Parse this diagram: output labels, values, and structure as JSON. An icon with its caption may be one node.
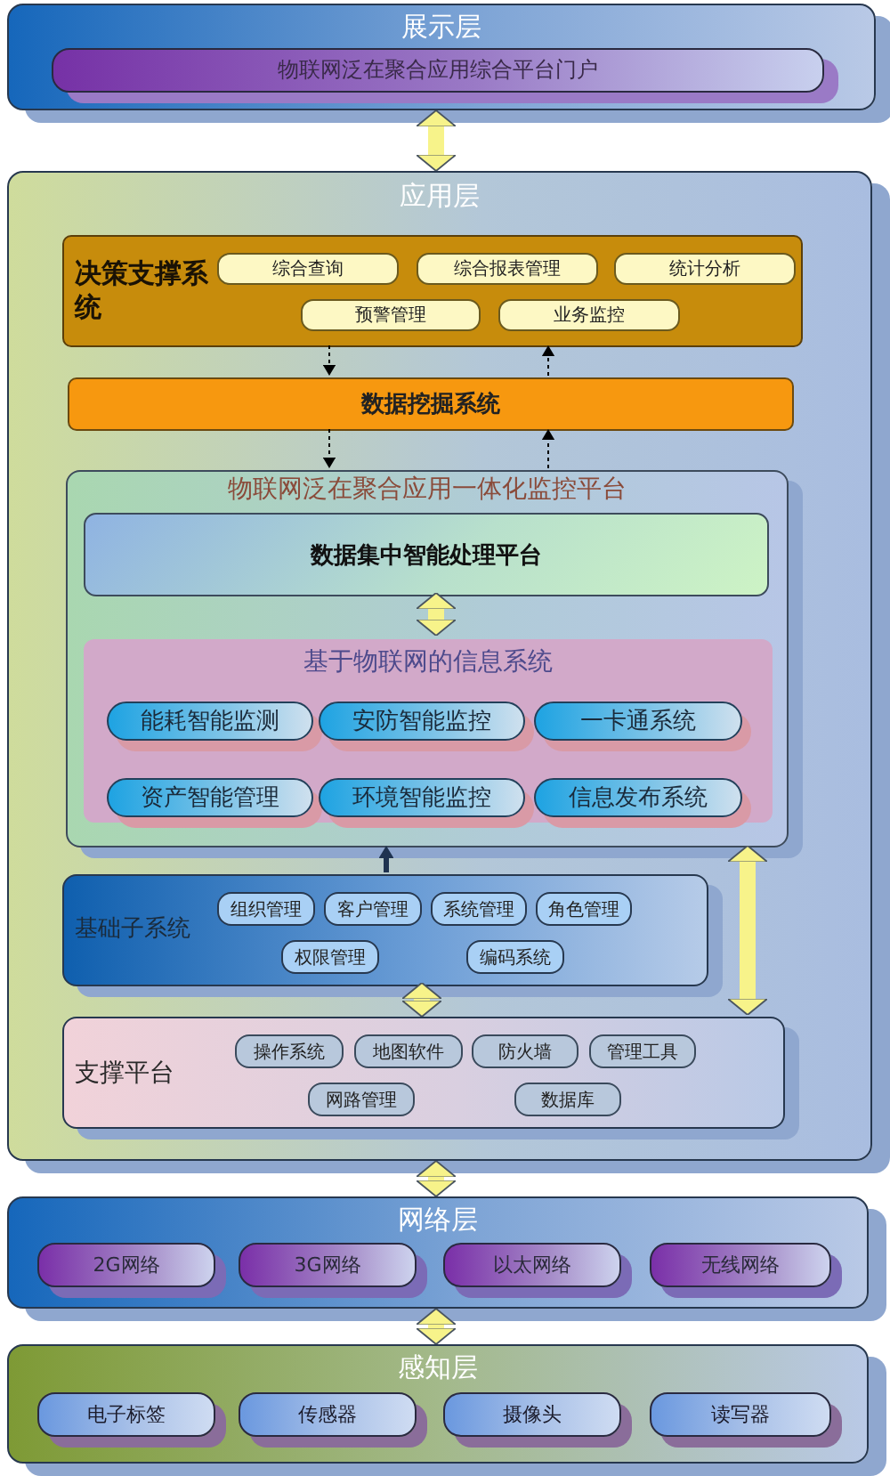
{
  "diagram": {
    "nodes": [
      {
        "text": [
          "展示层"
        ]
      },
      {
        "text": [
          "物联网泛在聚合应用综合平台门户"
        ],
        "in": 0
      },
      {
        "text": [
          "应用层"
        ]
      },
      {
        "text": [
          "决策支撑系统"
        ],
        "in": 2
      },
      {
        "text": [
          "综合查询"
        ],
        "in": 3
      },
      {
        "text": [
          "综合报表管理"
        ],
        "in": 3
      },
      {
        "text": [
          "统计分析"
        ],
        "in": 3
      },
      {
        "text": [
          "预警管理"
        ],
        "in": 3
      },
      {
        "text": [
          "业务监控"
        ],
        "in": 3
      },
      {
        "text": [
          "数据挖掘系统"
        ],
        "in": 2
      },
      {
        "text": [
          "物联网泛在聚合应用一体化监控平台"
        ],
        "in": 2
      },
      {
        "text": [
          "数据集中智能处理平台"
        ],
        "in": 10
      },
      {
        "text": [
          "基于物联网的信息系统"
        ],
        "in": 10
      },
      {
        "text": [
          "能耗智能监测"
        ],
        "in": 12
      },
      {
        "text": [
          "安防智能监控"
        ],
        "in": 12
      },
      {
        "text": [
          "一卡通系统"
        ],
        "in": 12
      },
      {
        "text": [
          "资产智能管理"
        ],
        "in": 12
      },
      {
        "text": [
          "环境智能监控"
        ],
        "in": 12
      },
      {
        "text": [
          "信息发布系统"
        ],
        "in": 12
      },
      {
        "text": [
          "基础子系统"
        ],
        "in": 2
      },
      {
        "text": [
          "组织管理"
        ],
        "in": 19
      },
      {
        "text": [
          "客户管理"
        ],
        "in": 19
      },
      {
        "text": [
          "系统管理"
        ],
        "in": 19
      },
      {
        "text": [
          "角色管理"
        ],
        "in": 19
      },
      {
        "text": [
          "权限管理"
        ],
        "in": 19
      },
      {
        "text": [
          "编码系统"
        ],
        "in": 19
      },
      {
        "text": [
          "支撑平台"
        ],
        "in": 2
      },
      {
        "text": [
          "操作系统"
        ],
        "in": 26
      },
      {
        "text": [
          "地图软件"
        ],
        "in": 26
      },
      {
        "text": [
          "防火墙"
        ],
        "in": 26
      },
      {
        "text": [
          "管理工具"
        ],
        "in": 26
      },
      {
        "text": [
          "网路管理"
        ],
        "in": 26
      },
      {
        "text": [
          "数据库"
        ],
        "in": 26
      },
      {
        "text": [
          "网络层"
        ]
      },
      {
        "text": [
          "2G网络"
        ],
        "in": 33
      },
      {
        "text": [
          "3G网络"
        ],
        "in": 33
      },
      {
        "text": [
          "以太网络"
        ],
        "in": 33
      },
      {
        "text": [
          "无线网络"
        ],
        "in": 33
      },
      {
        "text": [
          "感知层"
        ]
      },
      {
        "text": [
          "电子标签"
        ],
        "in": 38
      },
      {
        "text": [
          "传感器"
        ],
        "in": 38
      },
      {
        "text": [
          "摄像头"
        ],
        "in": 38
      },
      {
        "text": [
          "读写器"
        ],
        "in": 38
      }
    ],
    "edges": [
      {
        "from": 0,
        "to": 2,
        "arrow": "both"
      },
      {
        "from": 3,
        "to": 9,
        "arrow": "to",
        "style": "dashed",
        "color": "#000000"
      },
      {
        "from": 9,
        "to": 3,
        "arrow": "to",
        "style": "dashed",
        "color": "#000000"
      },
      {
        "from": 9,
        "to": 10,
        "arrow": "to",
        "style": "dashed",
        "color": "#000000"
      },
      {
        "from": 10,
        "to": 9,
        "arrow": "to",
        "style": "dashed",
        "color": "#000000"
      },
      {
        "from": 11,
        "to": 12,
        "arrow": "both"
      },
      {
        "from": 19,
        "to": 10,
        "arrow": "to",
        "color": "#1f3350"
      },
      {
        "from": 19,
        "to": 26,
        "arrow": "both"
      },
      {
        "from": 10,
        "to": 26,
        "arrow": "both"
      },
      {
        "from": 2,
        "to": 33,
        "arrow": "both"
      },
      {
        "from": 33,
        "to": 38,
        "arrow": "both"
      }
    ]
  }
}
